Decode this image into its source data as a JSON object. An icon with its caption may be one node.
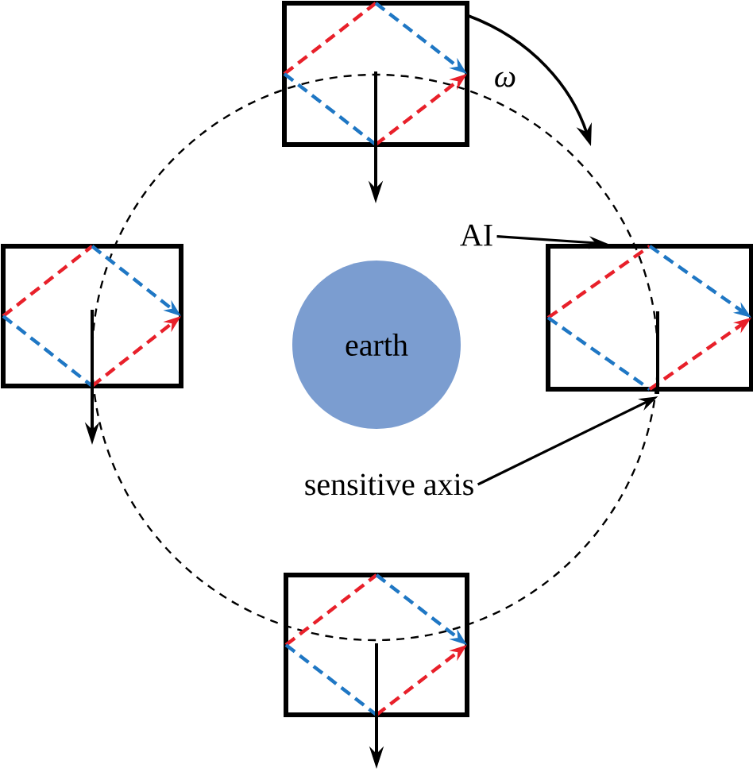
{
  "diagram": {
    "nodes": [
      {
        "text": [],
        "shape": "box"
      },
      {
        "text": [],
        "shape": "box"
      },
      {
        "text": [],
        "shape": "box"
      },
      {
        "text": [],
        "shape": "box"
      },
      {
        "text": [
          "earth"
        ]
      },
      {
        "text": [
          "AI"
        ]
      },
      {
        "text": [
          "sensitive axis"
        ]
      }
    ],
    "edges": [
      {
        "from": 5,
        "to": 2,
        "arrow": "to"
      },
      {
        "from": 6,
        "to": 2,
        "arrow": "to"
      }
    ],
    "labels": [
      "ω"
    ]
  }
}
